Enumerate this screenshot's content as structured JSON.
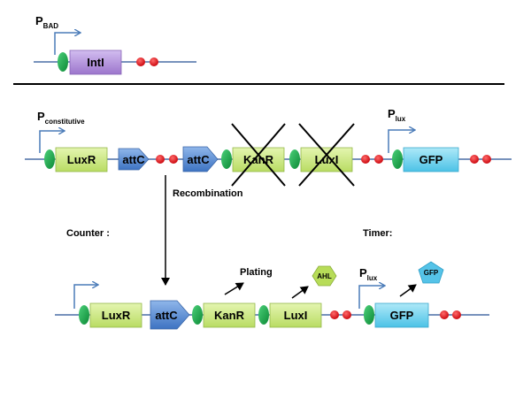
{
  "colors": {
    "dna_line": "#4a6fa5",
    "promoter_arrow": "#4a7bb8",
    "rbs": "#1fa84a",
    "terminator": "#e0141b",
    "gene_green": "#cfe98a",
    "gene_purple": "#b594d8",
    "gene_cyan": "#72d4ee",
    "attc_blue": "#5b8fd4",
    "ahl_green": "#b7dc58",
    "gfp_cyan": "#55c3e8"
  },
  "construct_top": {
    "promoter": {
      "name": "P",
      "sub": "BAD"
    },
    "gene": "IntI"
  },
  "construct_middle": {
    "promoter_left": {
      "name": "P",
      "sub": "constitutive"
    },
    "luxr": "LuxR",
    "attc1": "attC",
    "attc2": "attC",
    "kanr": "KanR",
    "luxi": "LuxI",
    "promoter_right": {
      "name": "P",
      "sub": "lux"
    },
    "gfp": "GFP",
    "recombination": "Recombination"
  },
  "labels": {
    "counter": "Counter :",
    "timer": "Timer:"
  },
  "construct_bottom": {
    "luxr": "LuxR",
    "attc": "attC",
    "kanr": "KanR",
    "luxi": "LuxI",
    "promoter": {
      "name": "P",
      "sub": "lux"
    },
    "gfp": "GFP",
    "plating": "Plating",
    "ahl": "AHL",
    "gfp_protein": "GFP"
  }
}
